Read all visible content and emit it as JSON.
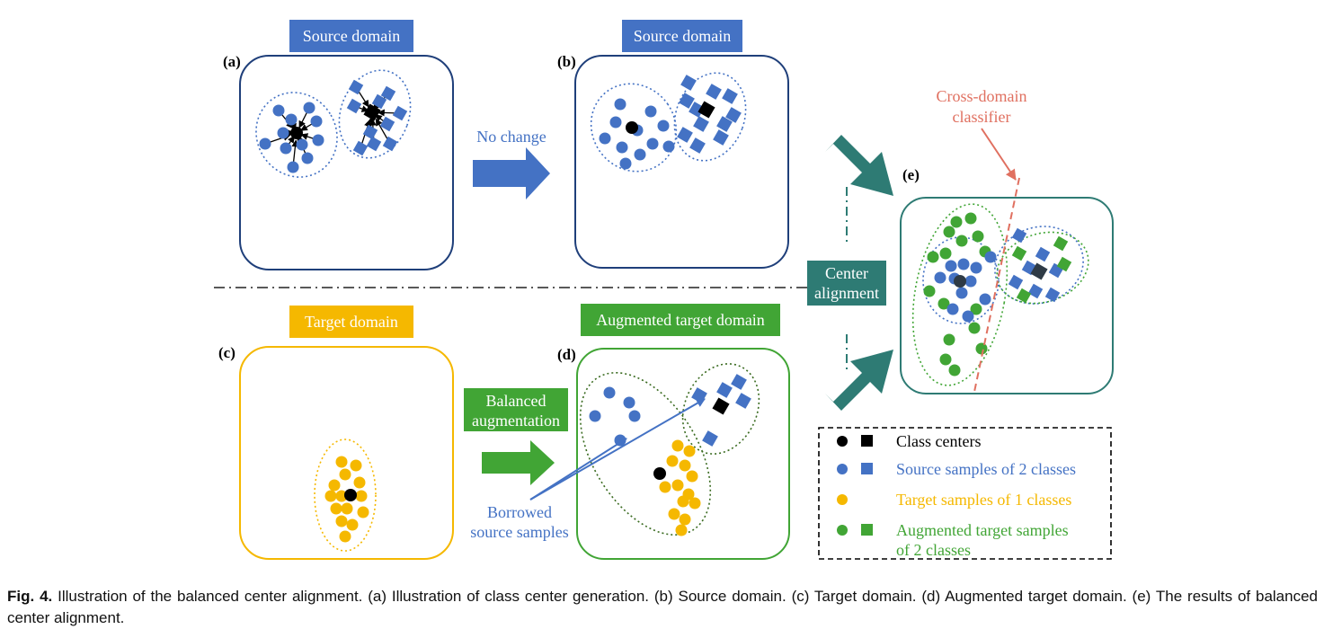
{
  "panels": {
    "a": {
      "tag": "(a)",
      "banner": "Source domain"
    },
    "b": {
      "tag": "(b)",
      "banner": "Source domain"
    },
    "c": {
      "tag": "(c)",
      "banner": "Target domain"
    },
    "d": {
      "tag": "(d)",
      "banner": "Augmented target domain"
    },
    "e": {
      "tag": "(e)"
    }
  },
  "arrows": {
    "no_change": "No change",
    "balanced_line1": "Balanced",
    "balanced_line2": "augmentation",
    "center_line1": "Center",
    "center_line2": "alignment"
  },
  "annotations": {
    "borrowed_line1": "Borrowed",
    "borrowed_line2": "source samples",
    "classifier_line1": "Cross-domain",
    "classifier_line2": "classifier"
  },
  "legend": {
    "class_centers": "Class centers",
    "source_samples": "Source samples of 2 classes",
    "target_samples": "Target samples of 1 classes",
    "augmented_line1": "Augmented target samples",
    "augmented_line2": "of 2 classes"
  },
  "colors": {
    "blue": "#4472c4",
    "orange": "#f5b800",
    "green": "#41a535",
    "teal": "#2e7b74",
    "navy": "#1f3f7a",
    "red": "#e07060",
    "black": "#000000"
  },
  "caption": {
    "label": "Fig. 4.",
    "text": " Illustration of the balanced center alignment. (a) Illustration of class center generation. (b) Source domain. (c) Target domain. (d) Augmented target domain. (e) The results of balanced center alignment."
  }
}
